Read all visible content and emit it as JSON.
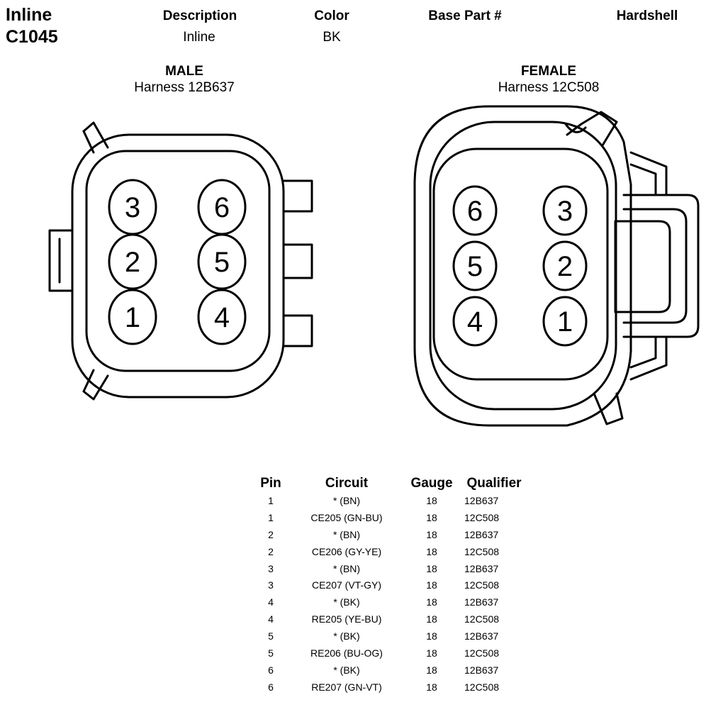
{
  "header": {
    "line1": "Inline",
    "line2": "C1045",
    "columns": [
      {
        "label": "Description",
        "value": "Inline"
      },
      {
        "label": "Color",
        "value": "BK"
      },
      {
        "label": "Base Part #",
        "value": ""
      },
      {
        "label": "Hardshell",
        "value": ""
      }
    ]
  },
  "male": {
    "title": "MALE",
    "subtitle": "Harness 12B637",
    "pins": [
      "3",
      "6",
      "2",
      "5",
      "1",
      "4"
    ]
  },
  "female": {
    "title": "FEMALE",
    "subtitle": "Harness 12C508",
    "pins": [
      "6",
      "3",
      "5",
      "2",
      "4",
      "1"
    ]
  },
  "table": {
    "headers": [
      "Pin",
      "Circuit",
      "Gauge",
      "Qualifier"
    ],
    "rows": [
      [
        "1",
        "* (BN)",
        "18",
        "12B637"
      ],
      [
        "1",
        "CE205 (GN-BU)",
        "18",
        "12C508"
      ],
      [
        "2",
        "* (BN)",
        "18",
        "12B637"
      ],
      [
        "2",
        "CE206 (GY-YE)",
        "18",
        "12C508"
      ],
      [
        "3",
        "* (BN)",
        "18",
        "12B637"
      ],
      [
        "3",
        "CE207 (VT-GY)",
        "18",
        "12C508"
      ],
      [
        "4",
        "* (BK)",
        "18",
        "12B637"
      ],
      [
        "4",
        "RE205 (YE-BU)",
        "18",
        "12C508"
      ],
      [
        "5",
        "* (BK)",
        "18",
        "12B637"
      ],
      [
        "5",
        "RE206 (BU-OG)",
        "18",
        "12C508"
      ],
      [
        "6",
        "* (BK)",
        "18",
        "12B637"
      ],
      [
        "6",
        "RE207 (GN-VT)",
        "18",
        "12C508"
      ]
    ]
  }
}
